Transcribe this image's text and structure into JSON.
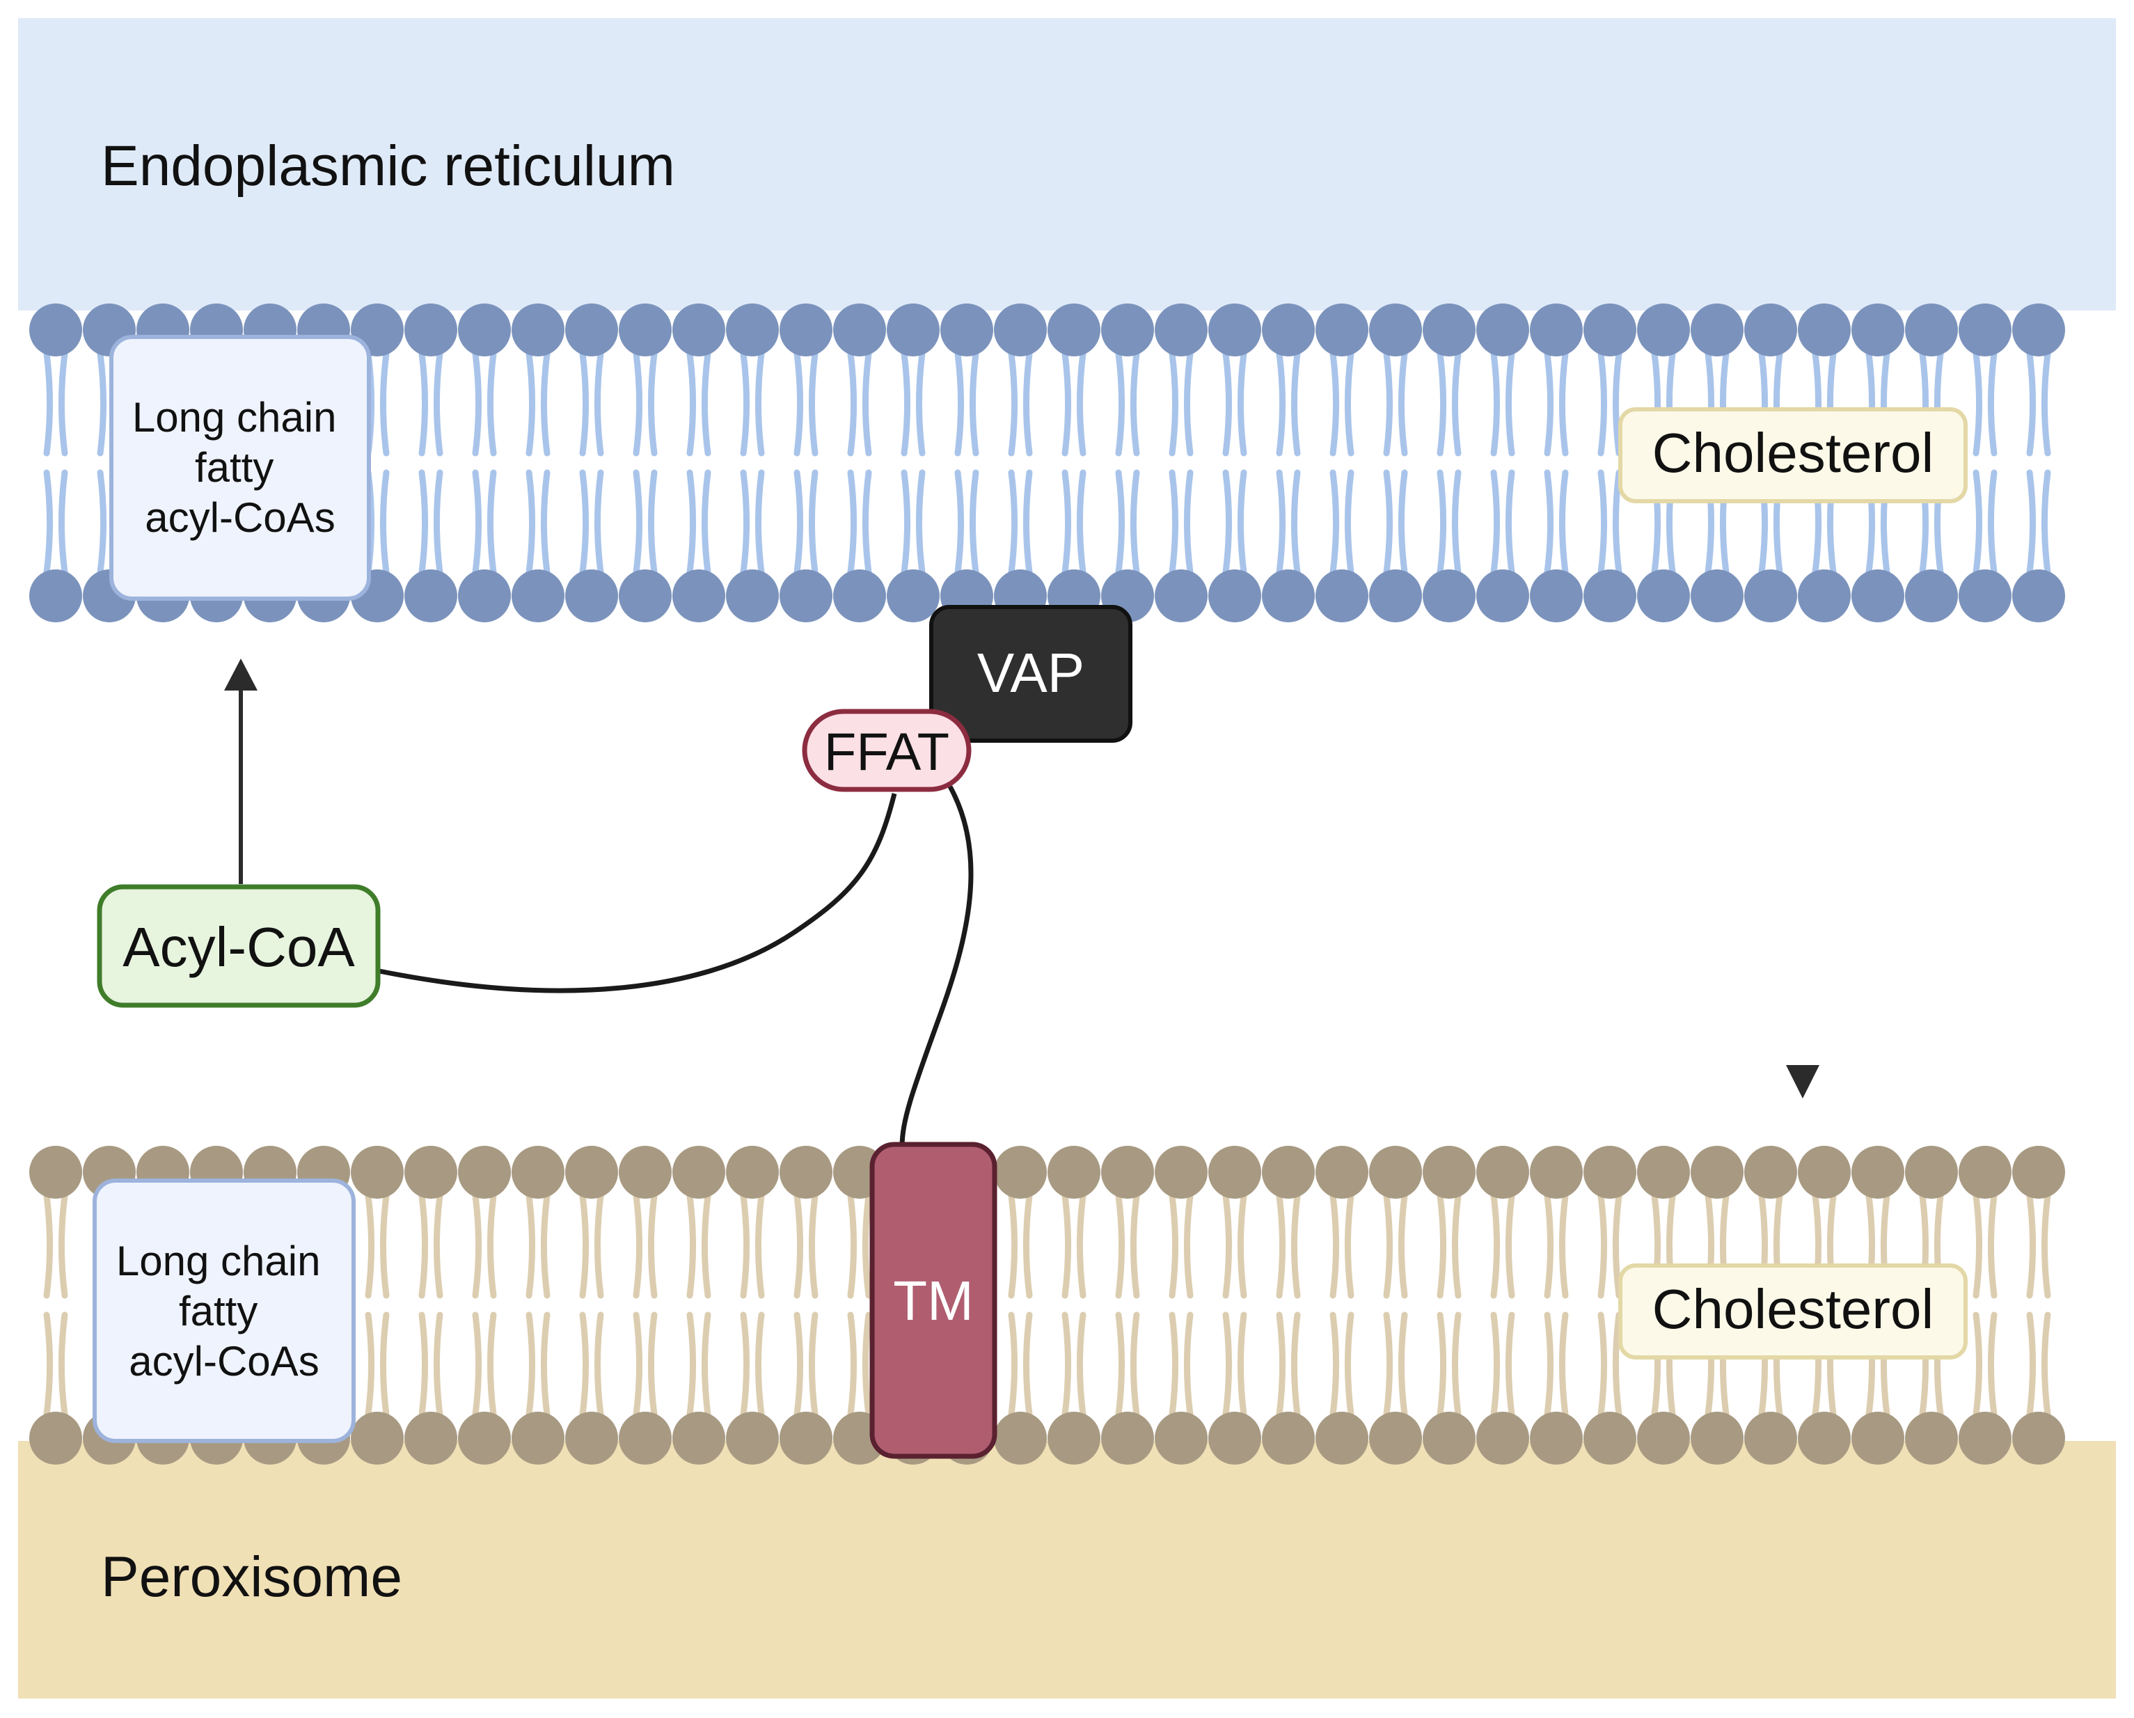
{
  "regions": {
    "er_label": "Endoplasmic reticulum",
    "peroxisome_label": "Peroxisome"
  },
  "er_membrane": {
    "fatty_acyl_lines": [
      "Long chain",
      "fatty",
      "acyl-CoAs"
    ],
    "cholesterol": "Cholesterol"
  },
  "peroxisome_membrane": {
    "fatty_acyl_lines": [
      "Long chain",
      "fatty",
      "acyl-CoAs"
    ],
    "cholesterol": "Cholesterol"
  },
  "proteins": {
    "vap": "VAP",
    "ffat": "FFAT",
    "acyl_coa": "Acyl-CoA",
    "tm": "TM"
  },
  "colors": {
    "er_background": "#dfeaf8",
    "er_head": "#7b93bc",
    "er_tail": "#a9c4ea",
    "peroxisome_background": "#f0e0b6",
    "perox_head": "#a89a82",
    "perox_tail": "#dccdb0",
    "vap_fill": "#2f2f2f",
    "ffat_fill": "#fbe0e6",
    "ffat_stroke": "#8c2c40",
    "acyl_fill": "#e7f4de",
    "acyl_stroke": "#3f7d2a",
    "tm_fill": "#b05d70",
    "tm_stroke": "#5a2130",
    "cholesterol_fill": "#fcf9e8",
    "cholesterol_stroke": "#e3d8a6",
    "fatty_acyl_fill": "#eef3fd",
    "fatty_acyl_stroke": "#9db3dc"
  }
}
